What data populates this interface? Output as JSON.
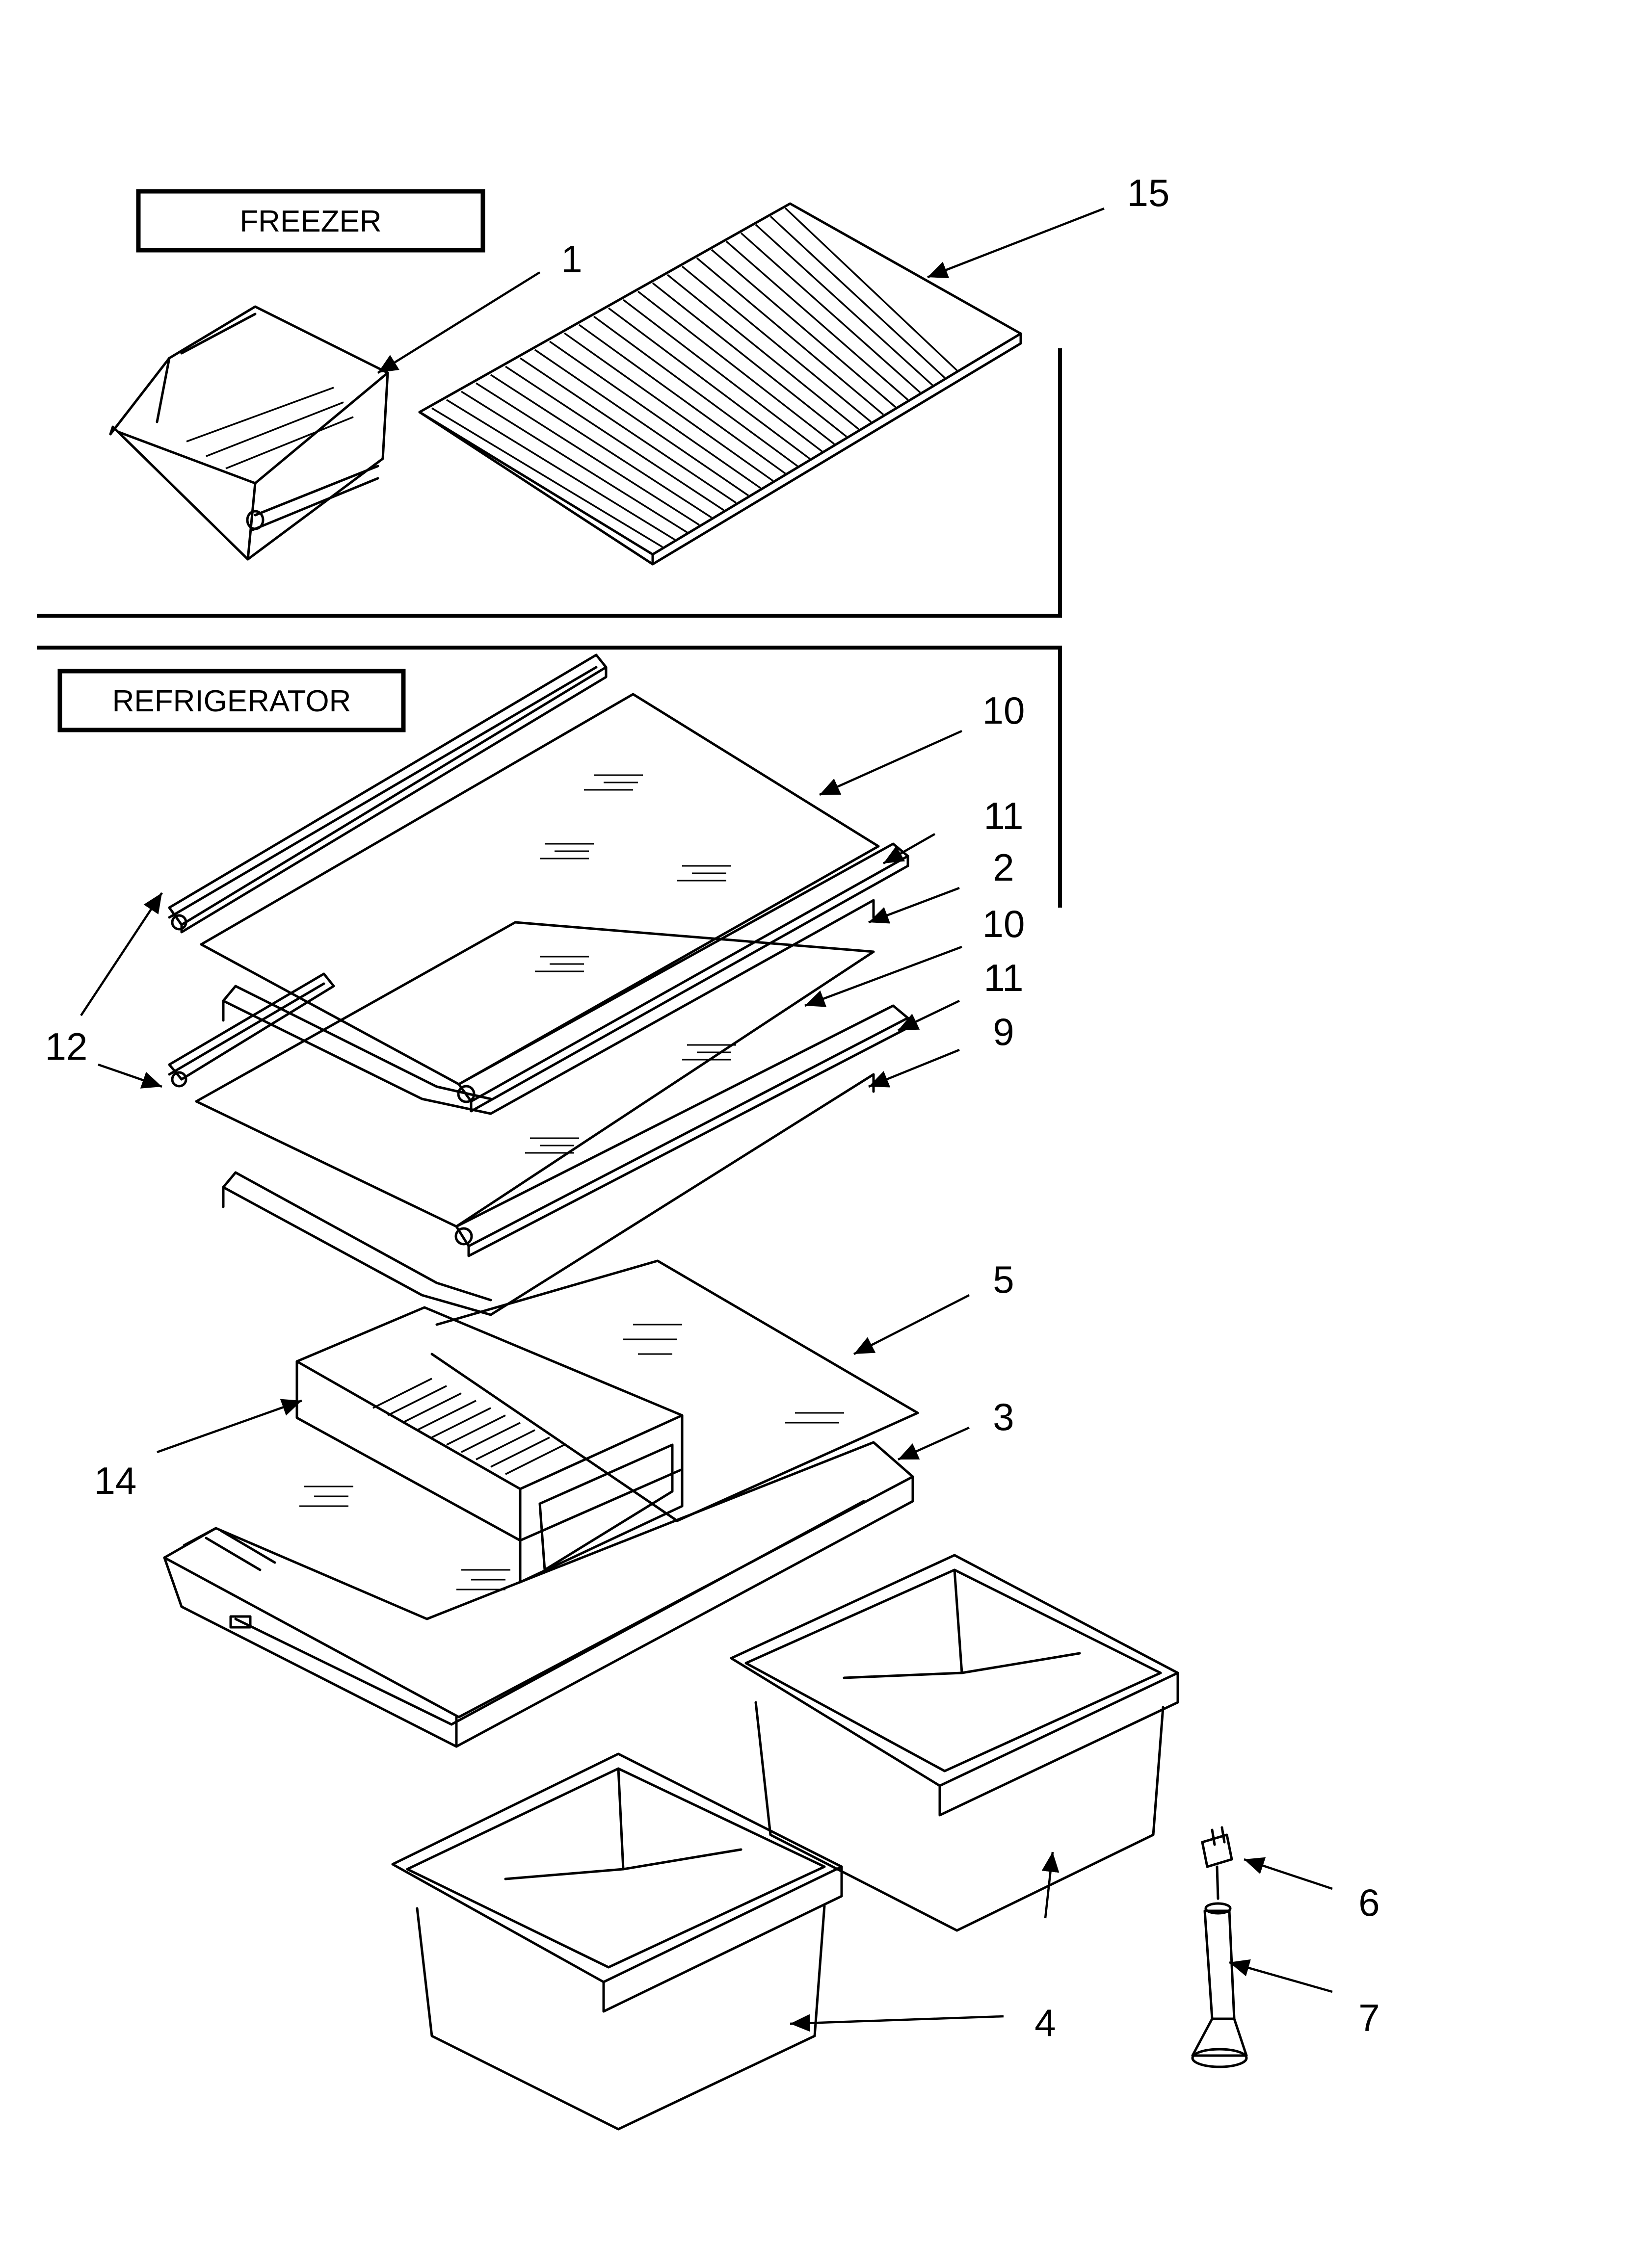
{
  "sections": {
    "freezer": "FREEZER",
    "refrigerator": "REFRIGERATOR"
  },
  "callouts": {
    "c1": "1",
    "c2": "2",
    "c3": "3",
    "c4": "4",
    "c5": "5",
    "c6": "6",
    "c7": "7",
    "c9": "9",
    "c10a": "10",
    "c10b": "10",
    "c11a": "11",
    "c11b": "11",
    "c12": "12",
    "c14": "14",
    "c15": "15"
  }
}
